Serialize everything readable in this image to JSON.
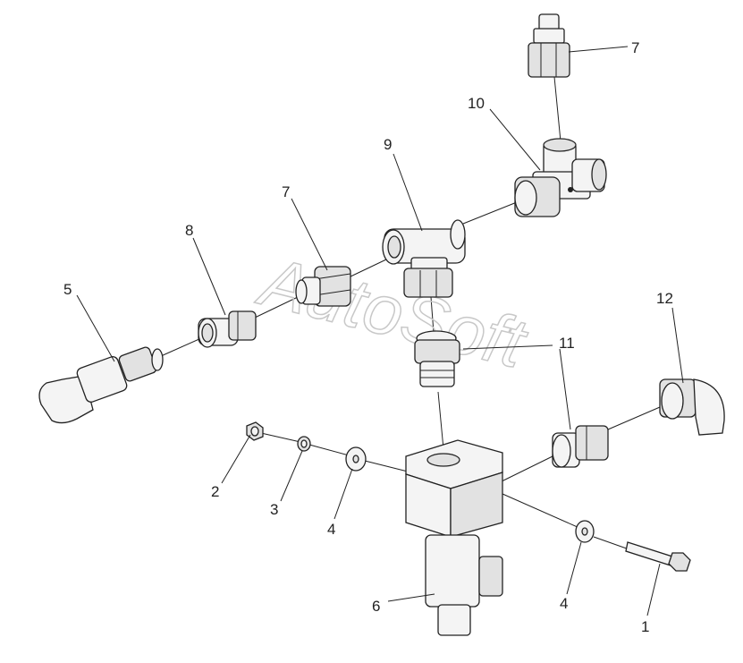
{
  "watermark": "AutoSoft",
  "callouts": {
    "c1": "1",
    "c2": "2",
    "c3": "3",
    "c4a": "4",
    "c4b": "4",
    "c5": "5",
    "c6": "6",
    "c7a": "7",
    "c7b": "7",
    "c8": "8",
    "c9": "9",
    "c10": "10",
    "c11": "11",
    "c12": "12"
  }
}
